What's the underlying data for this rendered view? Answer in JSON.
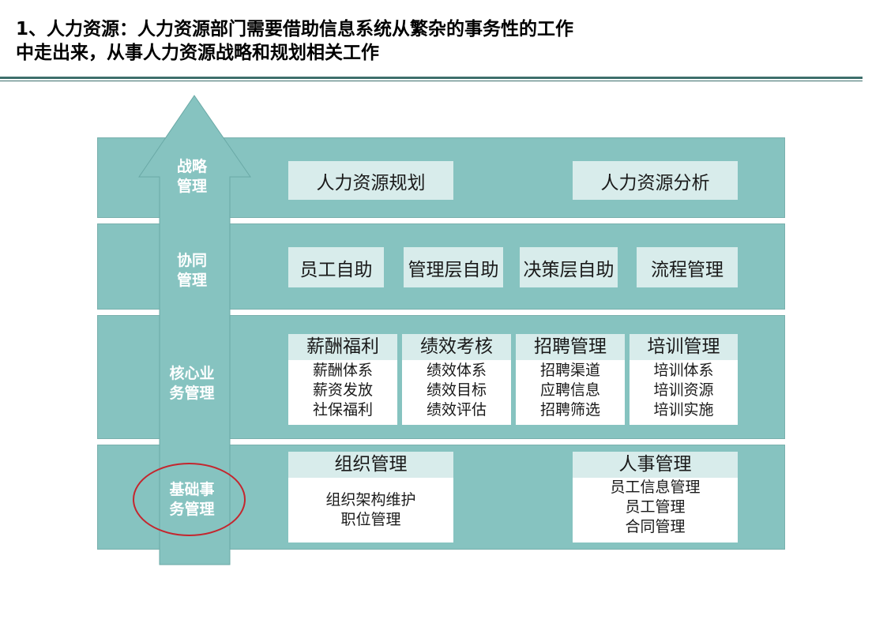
{
  "title": {
    "line1": "1、人力资源：人力资源部门需要借助信息系统从繁杂的事务性的工作",
    "line2": "中走出来，从事人力资源战略和规划相关工作"
  },
  "layers": {
    "strategy": {
      "label_line1": "战略",
      "label_line2": "管理",
      "boxes": [
        "人力资源规划",
        "人力资源分析"
      ]
    },
    "collab": {
      "label_line1": "协同",
      "label_line2": "管理",
      "boxes": [
        "员工自助",
        "管理层自助",
        "决策层自助",
        "流程管理"
      ]
    },
    "core": {
      "label_line1": "核心业",
      "label_line2": "务管理",
      "cards": [
        {
          "head": "薪酬福利",
          "items": [
            "薪酬体系",
            "薪资发放",
            "社保福利"
          ]
        },
        {
          "head": "绩效考核",
          "items": [
            "绩效体系",
            "绩效目标",
            "绩效评估"
          ]
        },
        {
          "head": "招聘管理",
          "items": [
            "招聘渠道",
            "应聘信息",
            "招聘筛选"
          ]
        },
        {
          "head": "培训管理",
          "items": [
            "培训体系",
            "培训资源",
            "培训实施"
          ]
        }
      ]
    },
    "basic": {
      "label_line1": "基础事",
      "label_line2": "务管理",
      "cards": [
        {
          "head": "组织管理",
          "items": [
            "组织架构维护",
            "职位管理"
          ]
        },
        {
          "head": "人事管理",
          "items": [
            "员工信息管理",
            "员工管理",
            "合同管理"
          ]
        }
      ]
    }
  },
  "colors": {
    "band": "#86c3c0",
    "box": "#d8eceb",
    "arrow": "#86c3c0",
    "highlight_circle": "#c4262e",
    "rule": "#3d6f6c"
  }
}
